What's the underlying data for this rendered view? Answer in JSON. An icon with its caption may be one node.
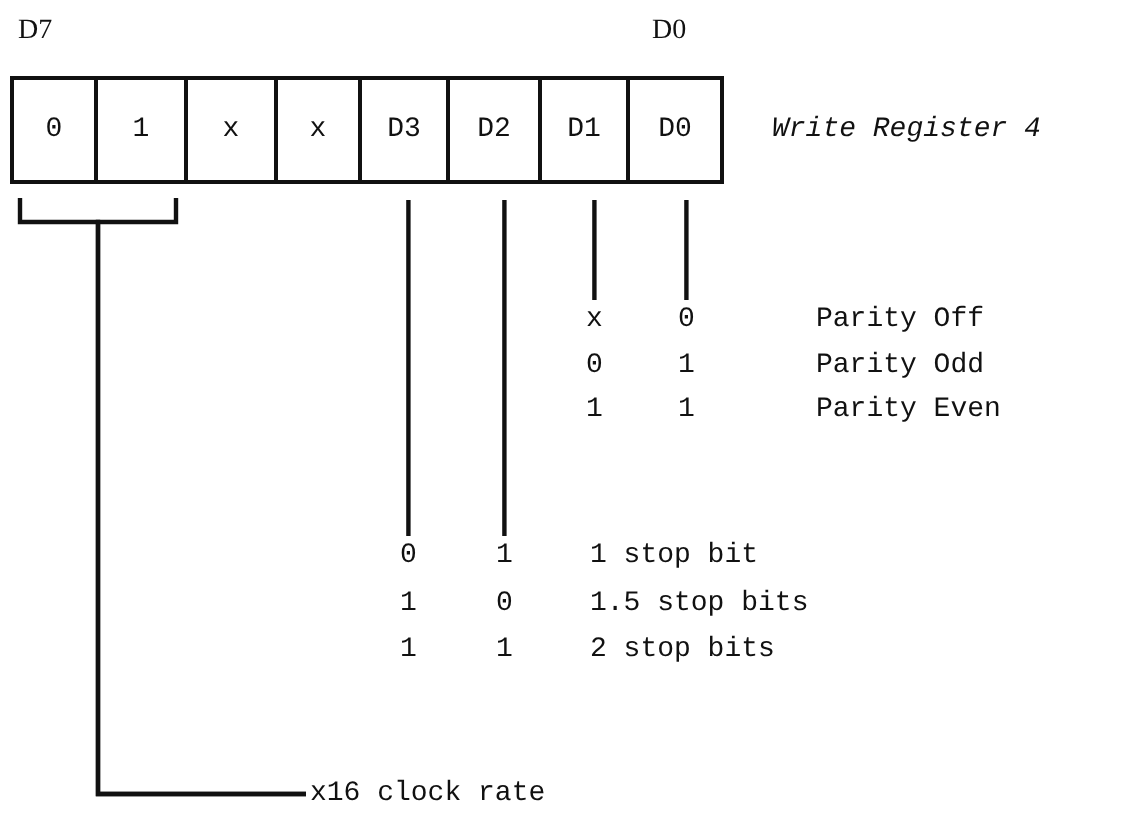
{
  "diagram": {
    "nodes": [
      {
        "text": [
          "0"
        ]
      },
      {
        "text": [
          "1"
        ]
      },
      {
        "text": [
          "x"
        ]
      },
      {
        "text": [
          "x"
        ]
      },
      {
        "text": [
          "D3"
        ]
      },
      {
        "text": [
          "D2"
        ]
      },
      {
        "text": [
          "D1"
        ]
      },
      {
        "text": [
          "D0"
        ]
      },
      {
        "text": [
          "x"
        ]
      },
      {
        "text": [
          "0"
        ]
      },
      {
        "text": [
          "0"
        ]
      },
      {
        "text": [
          "1"
        ]
      },
      {
        "text": [
          "x16 clock rate"
        ]
      }
    ],
    "edges": [
      {
        "from": 6,
        "to": 8,
        "arrow": "none"
      },
      {
        "from": 7,
        "to": 9,
        "arrow": "none"
      },
      {
        "from": 4,
        "to": 10,
        "arrow": "none"
      },
      {
        "from": 5,
        "to": 11,
        "arrow": "none"
      },
      {
        "from": 0,
        "to": 12,
        "arrow": "none"
      },
      {
        "from": 1,
        "to": 12,
        "arrow": "none"
      }
    ],
    "labels": [
      "D7",
      "D0",
      "Write Register 4",
      "Parity Off",
      "0",
      "1",
      "Parity Odd",
      "1",
      "1",
      "Parity Even",
      "1 stop bit",
      "1",
      "0",
      "1.5 stop bits",
      "1",
      "1",
      "2 stop bits"
    ]
  }
}
